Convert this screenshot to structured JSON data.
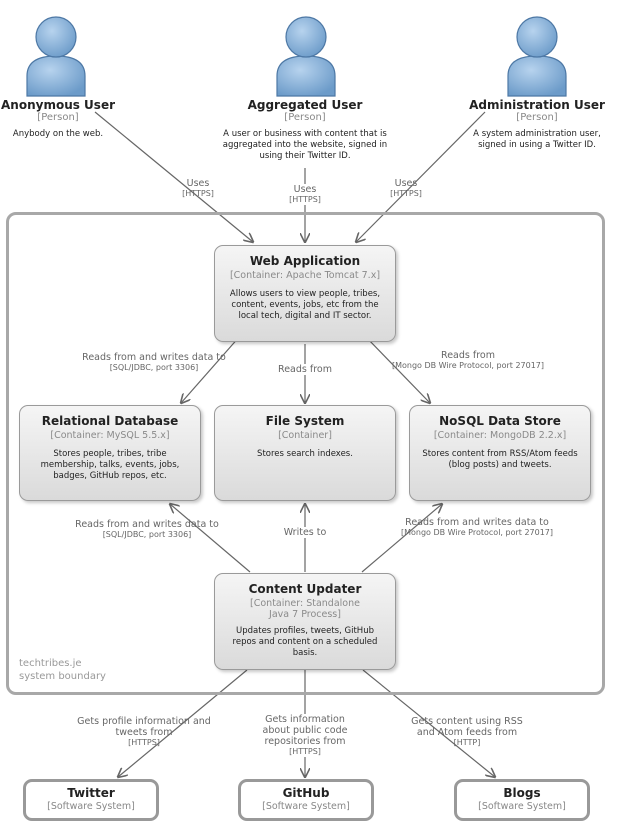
{
  "persons": [
    {
      "key": "anon",
      "name": "Anonymous User",
      "type": "[Person]",
      "description": "Anybody on the web."
    },
    {
      "key": "agg",
      "name": "Aggregated User",
      "type": "[Person]",
      "description": "A user or business with content that is aggregated into the website, signed in using their Twitter ID."
    },
    {
      "key": "admin",
      "name": "Administration User",
      "type": "[Person]",
      "description": "A system administration user, signed in using a Twitter ID."
    }
  ],
  "containers": {
    "web": {
      "name": "Web Application",
      "type": "[Container: Apache Tomcat 7.x]",
      "description": "Allows users to view people, tribes, content, events, jobs, etc from the local tech, digital and IT sector."
    },
    "rdb": {
      "name": "Relational Database",
      "type": "[Container: MySQL 5.5.x]",
      "description": "Stores people, tribes, tribe membership, talks, events, jobs, badges, GitHub repos, etc."
    },
    "fs": {
      "name": "File System",
      "type": "[Container]",
      "description": "Stores search indexes."
    },
    "nosql": {
      "name": "NoSQL Data Store",
      "type": "[Container: MongoDB 2.2.x]",
      "description": "Stores content from RSS/Atom feeds (blog posts) and tweets."
    },
    "updater": {
      "name": "Content Updater",
      "type": "[Container: Standalone Java 7 Process]",
      "description": "Updates profiles, tweets, GitHub repos and content on a scheduled basis."
    }
  },
  "boundary": {
    "line1": "techtribes.je",
    "line2": "system boundary"
  },
  "external_systems": [
    {
      "key": "twitter",
      "name": "Twitter",
      "type": "[Software System]"
    },
    {
      "key": "github",
      "name": "GitHub",
      "type": "[Software System]"
    },
    {
      "key": "blogs",
      "name": "Blogs",
      "type": "[Software System]"
    }
  ],
  "relationships": [
    {
      "from": "Anonymous User",
      "to": "Web Application",
      "text": "Uses",
      "protocol": "[HTTPS]"
    },
    {
      "from": "Aggregated User",
      "to": "Web Application",
      "text": "Uses",
      "protocol": "[HTTPS]"
    },
    {
      "from": "Administration User",
      "to": "Web Application",
      "text": "Uses",
      "protocol": "[HTTPS]"
    },
    {
      "from": "Web Application",
      "to": "Relational Database",
      "text": "Reads from and writes data to",
      "protocol": "[SQL/JDBC, port 3306]"
    },
    {
      "from": "Web Application",
      "to": "File System",
      "text": "Reads from",
      "protocol": ""
    },
    {
      "from": "Web Application",
      "to": "NoSQL Data Store",
      "text": "Reads from",
      "protocol": "[Mongo DB Wire Protocol, port 27017]"
    },
    {
      "from": "Content Updater",
      "to": "Relational Database",
      "text": "Reads from and writes data to",
      "protocol": "[SQL/JDBC, port 3306]"
    },
    {
      "from": "Content Updater",
      "to": "File System",
      "text": "Writes to",
      "protocol": ""
    },
    {
      "from": "Content Updater",
      "to": "NoSQL Data Store",
      "text": "Reads from and writes data to",
      "protocol": "[Mongo DB Wire Protocol, port 27017]"
    },
    {
      "from": "Content Updater",
      "to": "Twitter",
      "text": "Gets profile information and tweets from",
      "protocol": "[HTTPS]"
    },
    {
      "from": "Content Updater",
      "to": "GitHub",
      "text": "Gets information about public code repositories from",
      "protocol": "[HTTPS]"
    },
    {
      "from": "Content Updater",
      "to": "Blogs",
      "text": "Gets content using RSS and Atom feeds from",
      "protocol": "[HTTP]"
    }
  ]
}
